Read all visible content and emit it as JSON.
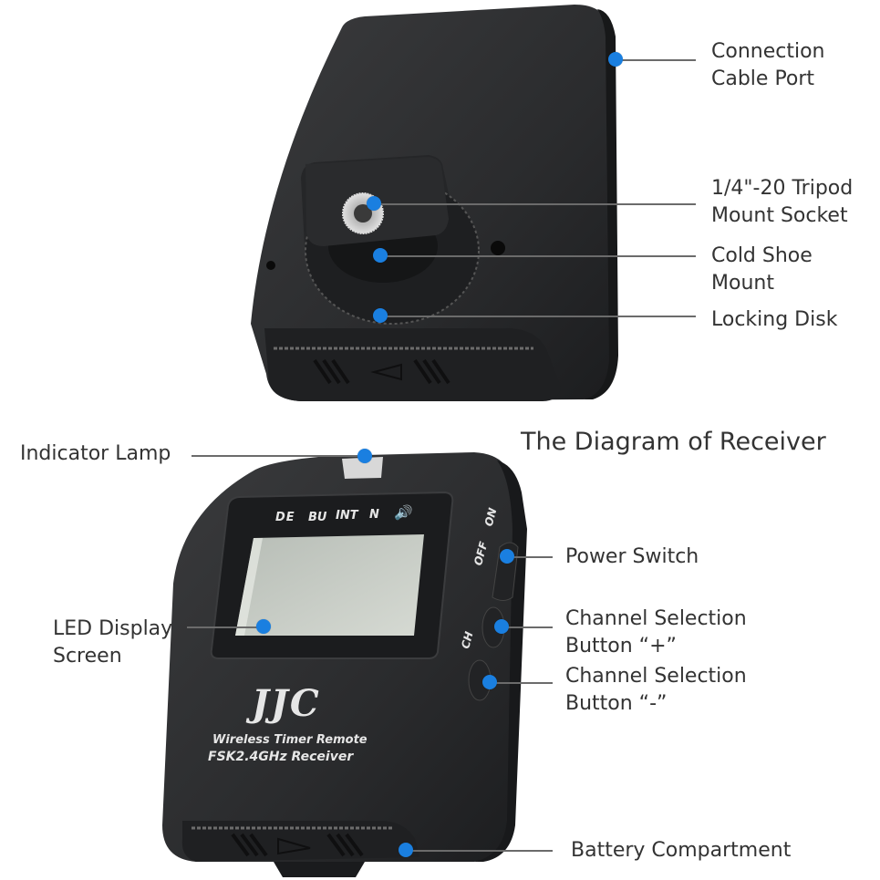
{
  "title": "The Diagram of Receiver",
  "colors": {
    "callout_dot": "#1a7fe0",
    "leader_line": "#6b6b6b",
    "label_text": "#333333",
    "device_body": "#2b2c2e"
  },
  "top_device": {
    "name": "receiver-back-view",
    "callouts": [
      {
        "id": "connection-cable-port",
        "line1": "Connection",
        "line2": "Cable Port"
      },
      {
        "id": "tripod-mount-socket",
        "line1": "1/4\"-20 Tripod",
        "line2": "Mount Socket"
      },
      {
        "id": "cold-shoe-mount",
        "line1": "Cold Shoe",
        "line2": "Mount"
      },
      {
        "id": "locking-disk",
        "line1": "Locking Disk",
        "line2": ""
      }
    ]
  },
  "bottom_device": {
    "name": "receiver-front-view",
    "brand": "JJC",
    "product_line1": "Wireless Timer Remote",
    "product_line2": "FSK2.4GHz Receiver",
    "lcd_indicators": [
      "DE",
      "BU",
      "INT",
      "N"
    ],
    "switch_labels": {
      "on": "ON",
      "off": "OFF",
      "ch": "CH"
    },
    "callouts": [
      {
        "id": "indicator-lamp",
        "line1": "Indicator Lamp",
        "line2": ""
      },
      {
        "id": "power-switch",
        "line1": "Power Switch",
        "line2": ""
      },
      {
        "id": "led-display-screen",
        "line1": "LED Display",
        "line2": "Screen"
      },
      {
        "id": "channel-plus",
        "line1": "Channel Selection",
        "line2": "Button “+”"
      },
      {
        "id": "channel-minus",
        "line1": "Channel Selection",
        "line2": "Button “-”"
      },
      {
        "id": "battery-compartment",
        "line1": "Battery Compartment",
        "line2": ""
      }
    ]
  }
}
